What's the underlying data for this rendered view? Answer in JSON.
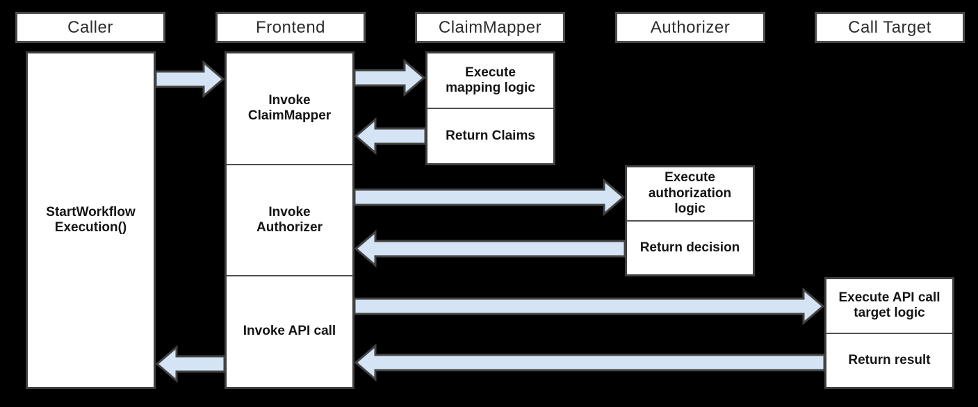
{
  "colors": {
    "background": "#000000",
    "box_fill": "#ffffff",
    "box_border": "#4a4a4a",
    "arrow_fill": "#d5e4f5",
    "arrow_outline": "#434343",
    "header_text": "#2d2d2d",
    "label_text": "#141414"
  },
  "lanes": {
    "caller": {
      "header": "Caller"
    },
    "frontend": {
      "header": "Frontend"
    },
    "claim_mapper": {
      "header": "ClaimMapper"
    },
    "authorizer": {
      "header": "Authorizer"
    },
    "call_target": {
      "header": "Call Target"
    }
  },
  "activations": {
    "caller": {
      "lines": [
        "StartWorkflow",
        "Execution()"
      ]
    },
    "frontend": {
      "invoke_claim_mapper": {
        "lines": [
          "Invoke",
          "ClaimMapper"
        ]
      },
      "invoke_authorizer": {
        "lines": [
          "Invoke",
          "Authorizer"
        ]
      },
      "invoke_api_call": {
        "lines": [
          "Invoke API call"
        ]
      }
    },
    "claim_mapper": {
      "execute": {
        "lines": [
          "Execute",
          "mapping logic"
        ]
      },
      "return": {
        "lines": [
          "Return Claims"
        ]
      }
    },
    "authorizer": {
      "execute": {
        "lines": [
          "Execute",
          "authorization",
          "logic"
        ]
      },
      "return": {
        "lines": [
          "Return decision"
        ]
      }
    },
    "call_target": {
      "execute": {
        "lines": [
          "Execute API call",
          "target logic"
        ]
      },
      "return": {
        "lines": [
          "Return result"
        ]
      }
    }
  },
  "messages": [
    {
      "from": "Caller",
      "to": "Frontend",
      "direction": "right"
    },
    {
      "from": "Frontend",
      "to": "ClaimMapper",
      "direction": "right"
    },
    {
      "from": "ClaimMapper",
      "to": "Frontend",
      "direction": "left"
    },
    {
      "from": "Frontend",
      "to": "Authorizer",
      "direction": "right"
    },
    {
      "from": "Authorizer",
      "to": "Frontend",
      "direction": "left"
    },
    {
      "from": "Frontend",
      "to": "Call Target",
      "direction": "right"
    },
    {
      "from": "Call Target",
      "to": "Frontend",
      "direction": "left"
    },
    {
      "from": "Frontend",
      "to": "Caller",
      "direction": "left"
    }
  ]
}
